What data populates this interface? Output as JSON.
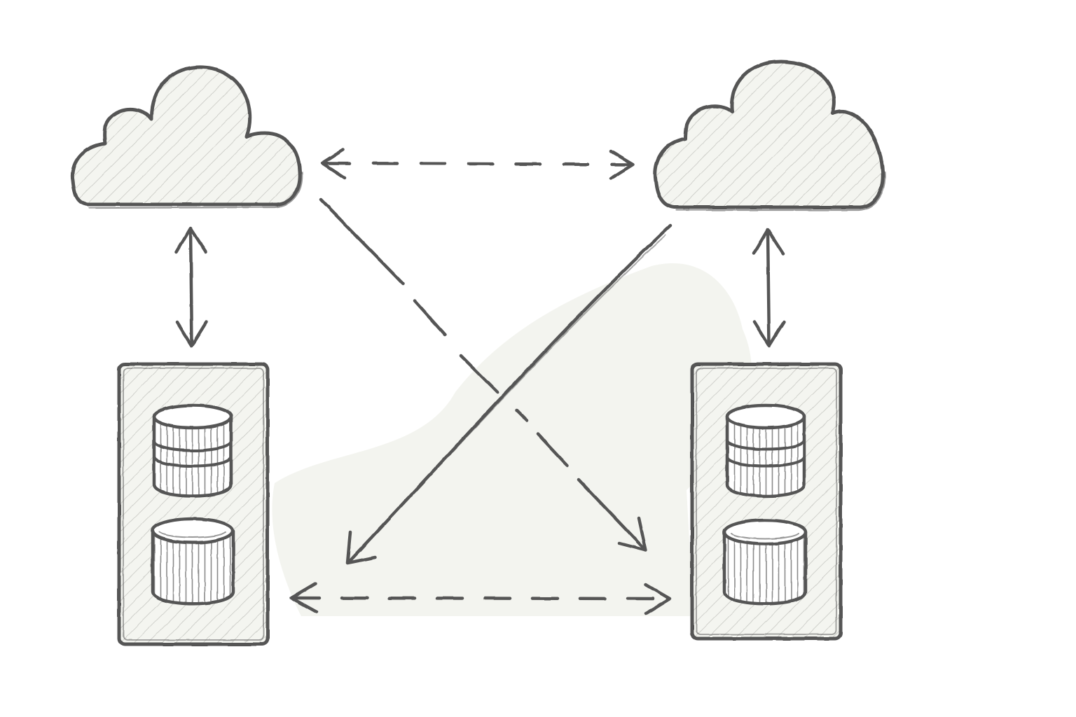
{
  "style": {
    "paper_color": "#ffffff",
    "wash_color": "#f1f2ec",
    "fill_color": "#f4f5f0",
    "stroke_color": "#555555",
    "hatch_color": "#c7c8c3"
  },
  "nodes": [
    {
      "id": "cloud-top-left",
      "icon": "cloud-icon"
    },
    {
      "id": "cloud-top-right",
      "icon": "cloud-icon"
    },
    {
      "id": "server-bottom-left",
      "icon": "server-icon",
      "contents": [
        "database-icon",
        "database-icon"
      ]
    },
    {
      "id": "server-bottom-right",
      "icon": "server-icon",
      "contents": [
        "database-icon",
        "database-icon"
      ]
    }
  ],
  "connections": [
    {
      "from": "cloud-top-left",
      "to": "cloud-top-right",
      "line": "dashed",
      "arrowheads": "both"
    },
    {
      "from": "cloud-top-left",
      "to": "server-bottom-left",
      "line": "solid",
      "arrowheads": "both"
    },
    {
      "from": "cloud-top-right",
      "to": "server-bottom-right",
      "line": "solid",
      "arrowheads": "both"
    },
    {
      "from": "server-bottom-left",
      "to": "server-bottom-right",
      "line": "dashed",
      "arrowheads": "both"
    },
    {
      "from": "cloud-top-left",
      "to": "server-bottom-right",
      "line": "dashed",
      "arrowheads": "end"
    },
    {
      "from": "cloud-top-right",
      "to": "server-bottom-left",
      "line": "solid",
      "arrowheads": "end"
    }
  ]
}
